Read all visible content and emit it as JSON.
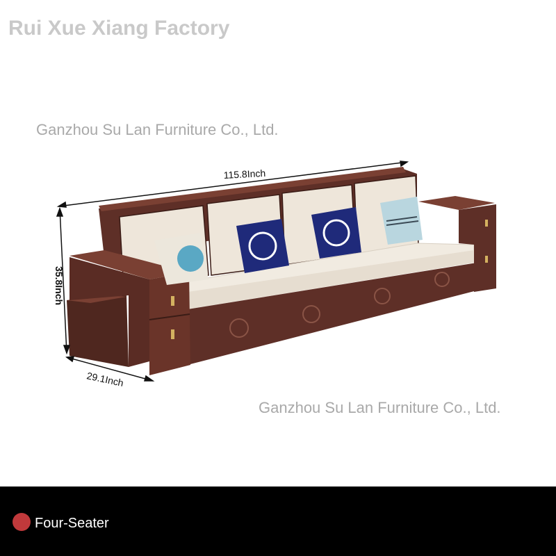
{
  "watermarks": {
    "factory": "Rui Xue Xiang Factory",
    "company_top": "Ganzhou Su Lan Furniture Co., Ltd.",
    "company_bottom": "Ganzhou Su Lan Furniture Co., Ltd."
  },
  "dimensions": {
    "length": "115.8Inch",
    "height": "35.8Inch",
    "depth": "29.1Inch"
  },
  "option": {
    "label": "Four-Seater",
    "color": "#c0393b"
  },
  "colors": {
    "wood": "#5e2f27",
    "wood_light": "#7a4033",
    "cushion": "#eee6da",
    "navy_pillow": "#1f2a7a",
    "light_blue_pillow": "#b9d6df"
  }
}
